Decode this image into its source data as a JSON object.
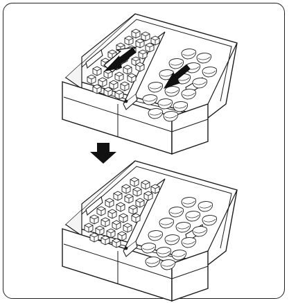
{
  "figure": {
    "panels": [
      {
        "state": "before",
        "icon": "ice-bin-with-sorting-arrows-illustration"
      },
      {
        "state": "after",
        "icon": "ice-bin-sorted-illustration"
      }
    ],
    "transition_icon": "down-arrow-icon",
    "colors": {
      "line": "#1a1a1a",
      "fill": "#ffffff",
      "arrow": "#111111",
      "shade": "#e9e9e9"
    }
  }
}
